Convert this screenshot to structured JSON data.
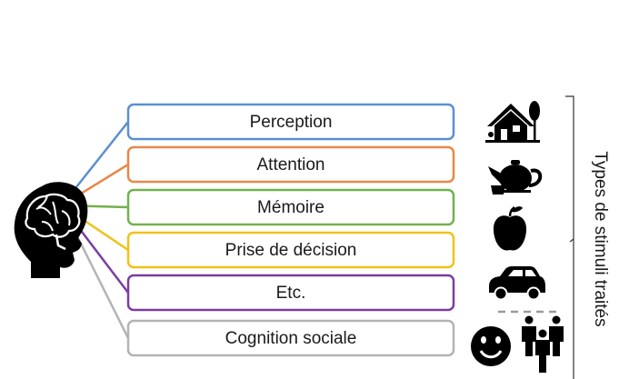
{
  "diagram": {
    "side_label": "Types de stimuli traités",
    "boxes": [
      {
        "label": "Perception",
        "color": "#5b8fd0",
        "icon": "house-icon"
      },
      {
        "label": "Attention",
        "color": "#e8884a",
        "icon": "teapot-icon"
      },
      {
        "label": "Mémoire",
        "color": "#72b14e",
        "icon": "apple-icon"
      },
      {
        "label": "Prise de décision",
        "color": "#f2c118",
        "icon": "car-icon"
      },
      {
        "label": "Etc.",
        "color": "#7a3ea0",
        "icon": ""
      },
      {
        "label": "Cognition sociale",
        "color": "#b3b3b3",
        "icon": "smiley-face-icon"
      }
    ],
    "head_icon": "brain-head-icon",
    "extra_icon": "people-group-icon",
    "separator_color": "#9a9a9a"
  }
}
